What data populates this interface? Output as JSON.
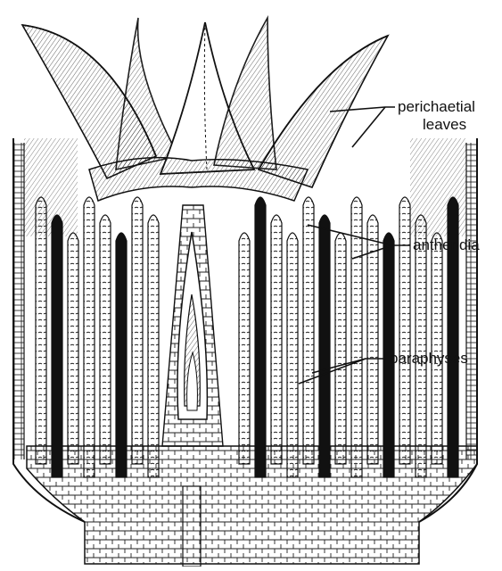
{
  "figure": {
    "description_colors": {
      "ink": "#111111",
      "paper": "#ffffff"
    },
    "labels": {
      "perichaetial_line1": "perichaetial",
      "perichaetial_line2": "leaves",
      "antheridia": "antheridia",
      "paraphyses": "paraphyses"
    }
  }
}
